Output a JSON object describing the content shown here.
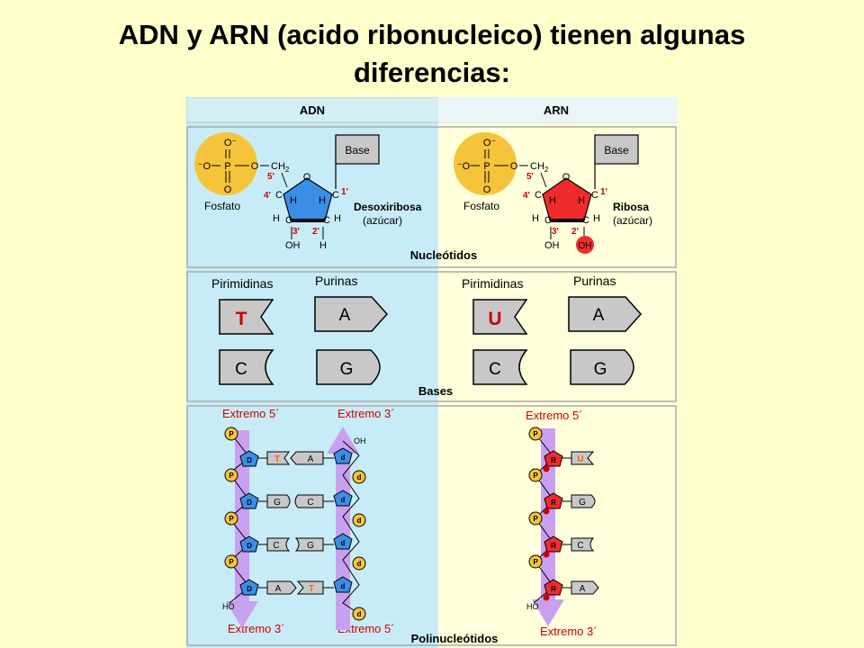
{
  "title": {
    "line1": "ADN y ARN (acido ribonucleico) tienen algunas",
    "line2": "diferencias:"
  },
  "colors": {
    "page_bg": "#ffffcc",
    "dna_bg": "#c8ecf7",
    "rna_bg": "#ffffdc",
    "header_bg": "#d4eef5",
    "phosphate": "#f6c43a",
    "deoxyribose": "#3b8ee6",
    "ribose": "#f02b2b",
    "base_fill": "#c8c8c8",
    "strand": "#c9a0ef",
    "label_red": "#cc0000"
  },
  "headers": {
    "dna": "ADN",
    "rna": "ARN"
  },
  "nucleotides": {
    "section_label": "Nucleótidos",
    "dna": {
      "phosphate_top": "O⁻",
      "phosphate_left": "⁻O",
      "phosphate_center": "P",
      "phosphate_bottom": "O",
      "phosphate_label": "Fosfato",
      "ch2": "CH",
      "ch2_sub": "2",
      "ring_o": "O",
      "c5": "5'",
      "c4": "4'",
      "c1": "1'",
      "c3": "3'",
      "c2": "2'",
      "c_label": "C",
      "h_label": "H",
      "oh_label": "OH",
      "bottom_right": "H",
      "base_box": "Base",
      "sugar_name": "Desoxiribosa",
      "sugar_note": "(azúcar)"
    },
    "rna": {
      "phosphate_top": "O⁻",
      "phosphate_left": "⁻O",
      "phosphate_center": "P",
      "phosphate_bottom": "O",
      "phosphate_label": "Fosfato",
      "ch2": "CH",
      "ch2_sub": "2",
      "ring_o": "O",
      "c5": "5'",
      "c4": "4'",
      "c1": "1'",
      "c3": "3'",
      "c2": "2'",
      "c_label": "C",
      "h_label": "H",
      "oh_label": "OH",
      "bottom_right": "OH",
      "base_box": "Base",
      "sugar_name": "Ribosa",
      "sugar_note": "(azúcar)"
    }
  },
  "bases": {
    "section_label": "Bases",
    "pyrimidines_label": "Pirimidinas",
    "purines_label": "Purinas",
    "dna": {
      "pyrimidine_1": "T",
      "pyrimidine_2": "C",
      "purine_1": "A",
      "purine_2": "G"
    },
    "rna": {
      "pyrimidine_1": "U",
      "pyrimidine_2": "C",
      "purine_1": "A",
      "purine_2": "G"
    }
  },
  "polynucleotides": {
    "section_label": "Polinucleótidos",
    "dna": {
      "left_top_end": "Extremo 5´",
      "right_top_end": "Extremo 3´",
      "left_bottom_end": "Extremo 3´",
      "right_bottom_end": "Extremo 5´",
      "phosphate_letter": "P",
      "sugar_letter": "D",
      "sugar_letter_right": "d",
      "top_right_terminal": "OH",
      "bottom_left_terminal": "HO",
      "pairs": [
        [
          "T",
          "A"
        ],
        [
          "G",
          "C"
        ],
        [
          "C",
          "G"
        ],
        [
          "A",
          "T"
        ]
      ]
    },
    "rna": {
      "top_end": "Extremo 5´",
      "bottom_end": "Extremo 3´",
      "phosphate_letter": "P",
      "sugar_letter": "R",
      "bottom_left_terminal": "HO",
      "bases": [
        "U",
        "G",
        "C",
        "A"
      ]
    }
  }
}
